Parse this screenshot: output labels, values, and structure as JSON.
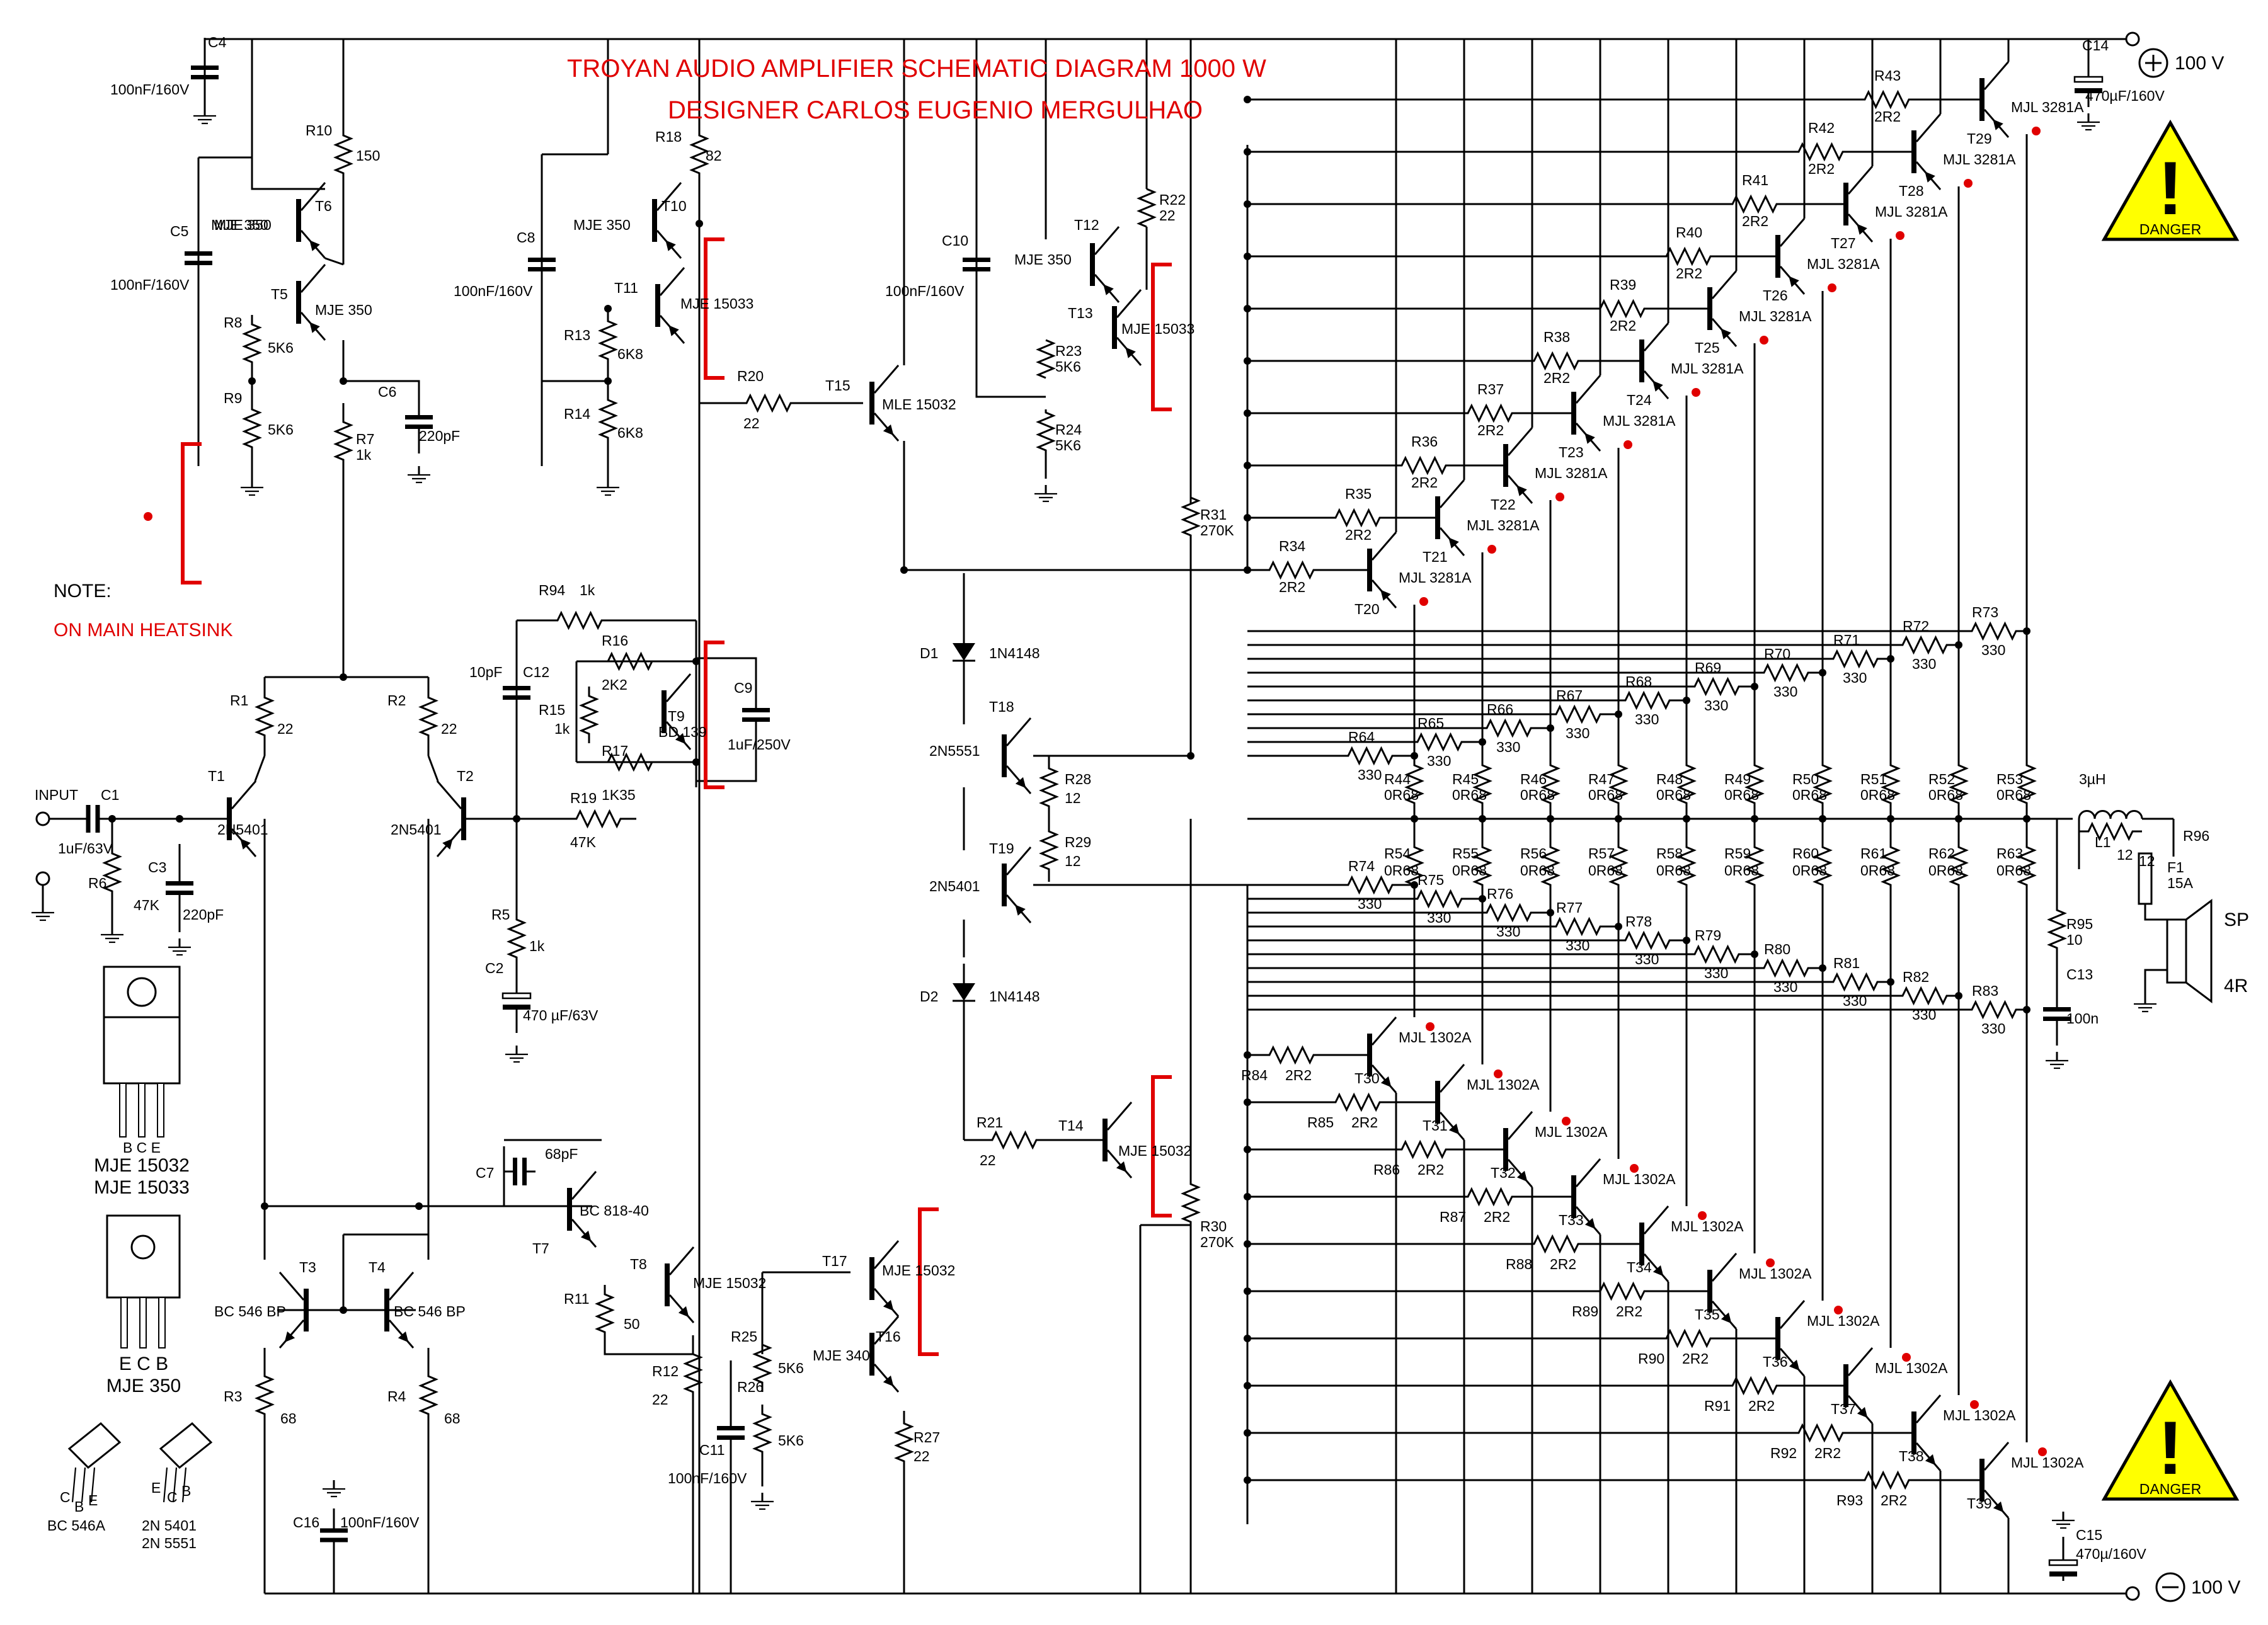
{
  "title_line1": "TROYAN AUDIO AMPLIFIER  SCHEMATIC DIAGRAM 1000 W",
  "title_line2": "DESIGNER  CARLOS EUGENIO MERGULHAO",
  "note_label": "NOTE:",
  "note_text": "ON MAIN HEATSINK",
  "warning_text": "DANGER",
  "rails": {
    "plus": "100 V",
    "minus": "100 V"
  },
  "input_label": "INPUT",
  "speaker": {
    "label": "SP",
    "impedance": "4R"
  },
  "pinout": {
    "to220_pins": "B C E",
    "to220_parts": [
      "MJE 15032",
      "MJE 15033"
    ],
    "to126_pins": "E C B",
    "to126_part": "MJE 350",
    "to92a_pins": [
      "C",
      "B",
      "E"
    ],
    "to92a_part": "BC 546A",
    "to92b_pins": [
      "E",
      "C",
      "B"
    ],
    "to92b_parts": [
      "2N 5401",
      "2N 5551"
    ]
  },
  "front": [
    {
      "ref": "C4",
      "val": "100nF/160V"
    },
    {
      "ref": "C5",
      "val": "100nF/160V"
    },
    {
      "ref": "R10",
      "val": "150"
    },
    {
      "ref": "T6",
      "val": "MJE 350"
    },
    {
      "ref": "T5",
      "val": "MJE 350"
    },
    {
      "ref": "R8",
      "val": "5K6"
    },
    {
      "ref": "R9",
      "val": "5K6"
    },
    {
      "ref": "C6",
      "val": "220pF"
    },
    {
      "ref": "R7",
      "val": "1k"
    },
    {
      "ref": "R1",
      "val": "22"
    },
    {
      "ref": "R2",
      "val": "22"
    },
    {
      "ref": "T1",
      "val": "2N5401"
    },
    {
      "ref": "T2",
      "val": "2N5401"
    },
    {
      "ref": "C1",
      "val": "1uF/63V"
    },
    {
      "ref": "R6",
      "val": "47K"
    },
    {
      "ref": "C3",
      "val": "220pF"
    },
    {
      "ref": "C8",
      "val": "100nF/160V"
    },
    {
      "ref": "R18",
      "val": "82"
    },
    {
      "ref": "T10",
      "val": "MJE 350"
    },
    {
      "ref": "T11",
      "val": "MJE 15033"
    },
    {
      "ref": "R13",
      "val": "6K8"
    },
    {
      "ref": "R14",
      "val": "6K8"
    },
    {
      "ref": "R20",
      "val": "22"
    },
    {
      "ref": "T15",
      "val": "MLE 15032"
    },
    {
      "ref": "R94",
      "val": "1k"
    },
    {
      "ref": "C12",
      "val": "10pF"
    },
    {
      "ref": "R16",
      "val": "2K2"
    },
    {
      "ref": "R15",
      "val": "1k"
    },
    {
      "ref": "T9",
      "val": "BD 139"
    },
    {
      "ref": "C9",
      "val": "1uF/250V"
    },
    {
      "ref": "R17",
      "val": "1K35"
    },
    {
      "ref": "R19",
      "val": "47K"
    },
    {
      "ref": "R5",
      "val": "1k"
    },
    {
      "ref": "C2",
      "val": "470 µF/63V"
    },
    {
      "ref": "C10",
      "val": "100nF/160V"
    },
    {
      "ref": "T12",
      "val": "MJE 350"
    },
    {
      "ref": "T13",
      "val": "MJE 15033"
    },
    {
      "ref": "R23",
      "val": "5K6"
    },
    {
      "ref": "R24",
      "val": "5K6"
    },
    {
      "ref": "R22",
      "val": "22"
    },
    {
      "ref": "R31",
      "val": "270K"
    },
    {
      "ref": "D1",
      "val": "1N4148"
    },
    {
      "ref": "D2",
      "val": "1N4148"
    },
    {
      "ref": "T18",
      "val": "2N5551"
    },
    {
      "ref": "T19",
      "val": "2N5401"
    },
    {
      "ref": "R28",
      "val": "12"
    },
    {
      "ref": "R29",
      "val": "12"
    },
    {
      "ref": "R21",
      "val": "22"
    },
    {
      "ref": "T14",
      "val": "MJE 15032"
    },
    {
      "ref": "R30",
      "val": "270K"
    },
    {
      "ref": "C7",
      "val": "68pF"
    },
    {
      "ref": "T7",
      "val": "BC 818-40"
    },
    {
      "ref": "T8",
      "val": "MJE 15032"
    },
    {
      "ref": "R11",
      "val": "50"
    },
    {
      "ref": "R12",
      "val": "22"
    },
    {
      "ref": "C11",
      "val": "100nF/160V"
    },
    {
      "ref": "T3",
      "val": "BC 546 BP"
    },
    {
      "ref": "T4",
      "val": "BC 546 BP"
    },
    {
      "ref": "R3",
      "val": "68"
    },
    {
      "ref": "R4",
      "val": "68"
    },
    {
      "ref": "C16",
      "val": "100nF/160V"
    },
    {
      "ref": "T17",
      "val": "MJE 15032"
    },
    {
      "ref": "T16",
      "val": "MJE 340"
    },
    {
      "ref": "R25",
      "val": "5K6"
    },
    {
      "ref": "R26",
      "val": "5K6"
    },
    {
      "ref": "R27",
      "val": "22"
    },
    {
      "ref": "C14",
      "val": "470µF/160V"
    },
    {
      "ref": "C15",
      "val": "470µ/160V"
    },
    {
      "ref": "L1",
      "val": "3µH"
    },
    {
      "ref": "R96",
      "val": "12"
    },
    {
      "ref": "F1",
      "val": "15A"
    },
    {
      "ref": "R95",
      "val": "10"
    },
    {
      "ref": "C13",
      "val": "100n"
    }
  ],
  "pnp_outputs": [
    {
      "t": "T20",
      "r": "R34",
      "v": "2R2",
      "p": "MJL 3281A"
    },
    {
      "t": "T21",
      "r": "R35",
      "v": "2R2",
      "p": "MJL 3281A"
    },
    {
      "t": "T22",
      "r": "R36",
      "v": "2R2",
      "p": "MJL 3281A"
    },
    {
      "t": "T23",
      "r": "R37",
      "v": "2R2",
      "p": "MJL 3281A"
    },
    {
      "t": "T24",
      "r": "R38",
      "v": "2R2",
      "p": "MJL 3281A"
    },
    {
      "t": "T25",
      "r": "R39",
      "v": "2R2",
      "p": "MJL 3281A"
    },
    {
      "t": "T26",
      "r": "R40",
      "v": "2R2",
      "p": "MJL 3281A"
    },
    {
      "t": "T27",
      "r": "R41",
      "v": "2R2",
      "p": "MJL 3281A"
    },
    {
      "t": "T28",
      "r": "R42",
      "v": "2R2",
      "p": "MJL 3281A"
    },
    {
      "t": "T29",
      "r": "R43",
      "v": "2R2",
      "p": "MJL 3281A"
    }
  ],
  "npn_outputs": [
    {
      "t": "T30",
      "r": "R84",
      "v": "2R2",
      "p": "MJL 1302A"
    },
    {
      "t": "T31",
      "r": "R85",
      "v": "2R2",
      "p": "MJL 1302A"
    },
    {
      "t": "T32",
      "r": "R86",
      "v": "2R2",
      "p": "MJL 1302A"
    },
    {
      "t": "T33",
      "r": "R87",
      "v": "2R2",
      "p": "MJL 1302A"
    },
    {
      "t": "T34",
      "r": "R88",
      "v": "2R2",
      "p": "MJL 1302A"
    },
    {
      "t": "T35",
      "r": "R89",
      "v": "2R2",
      "p": "MJL 1302A"
    },
    {
      "t": "T36",
      "r": "R90",
      "v": "2R2",
      "p": "MJL 1302A"
    },
    {
      "t": "T37",
      "r": "R91",
      "v": "2R2",
      "p": "MJL 1302A"
    },
    {
      "t": "T38",
      "r": "R92",
      "v": "2R2",
      "p": "MJL 1302A"
    },
    {
      "t": "T39",
      "r": "R93",
      "v": "2R2",
      "p": "MJL 1302A"
    }
  ],
  "emitter_upper": [
    {
      "r": "R44",
      "v": "0R68"
    },
    {
      "r": "R45",
      "v": "0R68"
    },
    {
      "r": "R46",
      "v": "0R68"
    },
    {
      "r": "R47",
      "v": "0R68"
    },
    {
      "r": "R48",
      "v": "0R68"
    },
    {
      "r": "R49",
      "v": "0R68"
    },
    {
      "r": "R50",
      "v": "0R68"
    },
    {
      "r": "R51",
      "v": "0R68"
    },
    {
      "r": "R52",
      "v": "0R68"
    },
    {
      "r": "R53",
      "v": "0R68"
    }
  ],
  "emitter_lower": [
    {
      "r": "R54",
      "v": "0R68"
    },
    {
      "r": "R55",
      "v": "0R68"
    },
    {
      "r": "R56",
      "v": "0R68"
    },
    {
      "r": "R57",
      "v": "0R68"
    },
    {
      "r": "R58",
      "v": "0R68"
    },
    {
      "r": "R59",
      "v": "0R68"
    },
    {
      "r": "R60",
      "v": "0R68"
    },
    {
      "r": "R61",
      "v": "0R68"
    },
    {
      "r": "R62",
      "v": "0R68"
    },
    {
      "r": "R63",
      "v": "0R68"
    }
  ],
  "sense_upper": [
    {
      "r": "R64",
      "v": "330"
    },
    {
      "r": "R65",
      "v": "330"
    },
    {
      "r": "R66",
      "v": "330"
    },
    {
      "r": "R67",
      "v": "330"
    },
    {
      "r": "R68",
      "v": "330"
    },
    {
      "r": "R69",
      "v": "330"
    },
    {
      "r": "R70",
      "v": "330"
    },
    {
      "r": "R71",
      "v": "330"
    },
    {
      "r": "R72",
      "v": "330"
    },
    {
      "r": "R73",
      "v": "330"
    }
  ],
  "sense_lower": [
    {
      "r": "R74",
      "v": "330"
    },
    {
      "r": "R75",
      "v": "330"
    },
    {
      "r": "R76",
      "v": "330"
    },
    {
      "r": "R77",
      "v": "330"
    },
    {
      "r": "R78",
      "v": "330"
    },
    {
      "r": "R79",
      "v": "330"
    },
    {
      "r": "R80",
      "v": "330"
    },
    {
      "r": "R81",
      "v": "330"
    },
    {
      "r": "R82",
      "v": "330"
    },
    {
      "r": "R83",
      "v": "330"
    }
  ]
}
